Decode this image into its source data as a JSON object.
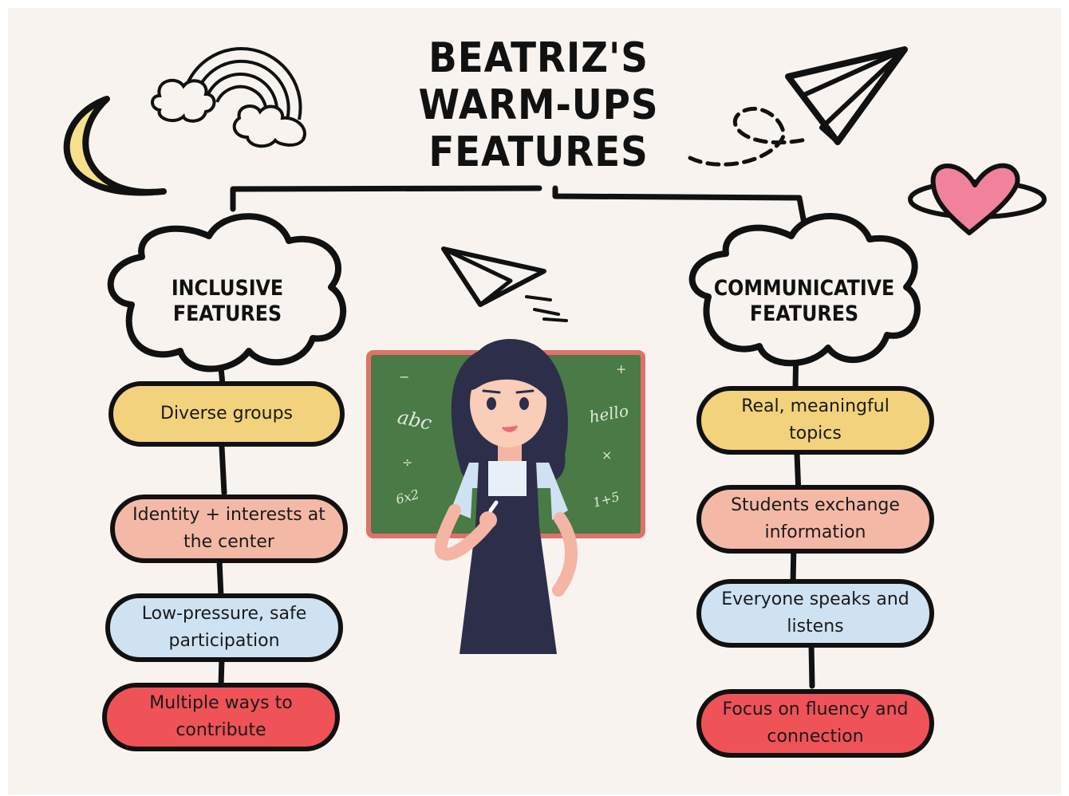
{
  "title": {
    "line1": "BEATRIZ'S",
    "line2": "WARM-UPS",
    "line3": "FEATURES"
  },
  "left": {
    "heading": {
      "line1": "INCLUSIVE",
      "line2": "FEATURES"
    },
    "items": [
      {
        "label": "Diverse groups"
      },
      {
        "label": "Identity + interests at the center"
      },
      {
        "label": "Low-pressure, safe participation"
      },
      {
        "label": "Multiple ways to contribute"
      }
    ]
  },
  "right": {
    "heading": {
      "line1": "COMMUNICATIVE",
      "line2": "FEATURES"
    },
    "items": [
      {
        "label": "Real, meaningful topics"
      },
      {
        "label": "Students exchange information"
      },
      {
        "label": "Everyone speaks and listens"
      },
      {
        "label": "Focus on fluency and connection"
      }
    ]
  },
  "chalkboard": {
    "marks": [
      "abc",
      "hello",
      "6x2",
      "1+5",
      "+",
      "×",
      "÷",
      "−"
    ]
  },
  "colors": {
    "background": "#f8f3ee",
    "yellow": "#f2d27c",
    "peach": "#f4b9a6",
    "blue": "#cfe2f1",
    "red": "#ef5357",
    "board": "#4a7a45",
    "board_frame": "#e0716a",
    "outline": "#111111"
  },
  "icons": [
    "moon-icon",
    "rainbow-icon",
    "paper-plane-icon",
    "heart-icon",
    "teacher-illustration",
    "chalkboard"
  ]
}
